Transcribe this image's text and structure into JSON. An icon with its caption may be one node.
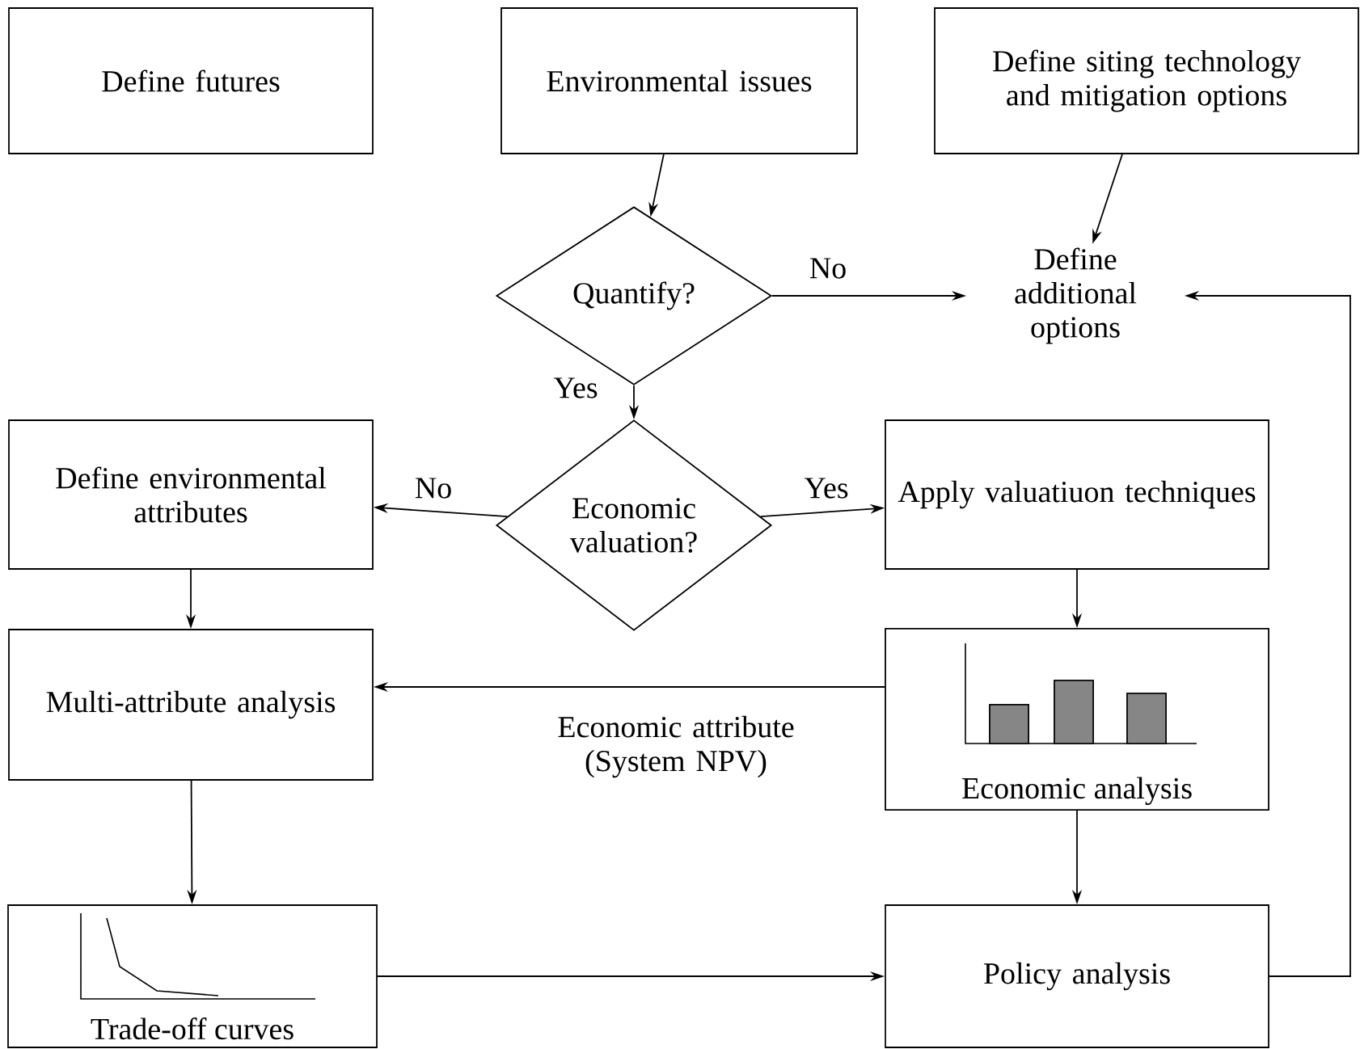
{
  "diagram": {
    "nodes": [
      {
        "text": [
          "Define futures"
        ]
      },
      {
        "text": [
          "Environmental issues"
        ]
      },
      {
        "text": [
          "Define siting technology and mitigation options"
        ]
      },
      {
        "text": [
          "Quantify?"
        ]
      },
      {
        "text": [
          "Define additional options"
        ]
      },
      {
        "text": [
          "Define environmental attributes"
        ]
      },
      {
        "text": [
          "Economic valuation?"
        ]
      },
      {
        "text": [
          "Apply valuatiuon techniques"
        ]
      },
      {
        "text": [
          "Multi-attribute analysis"
        ]
      },
      {
        "text": [
          "Economic analysis"
        ]
      },
      {
        "text": [
          "Trade-off curves"
        ]
      },
      {
        "text": [
          "Policy analysis"
        ]
      }
    ],
    "edges": [
      {
        "from": 1,
        "to": 3,
        "arrow": "to"
      },
      {
        "from": 3,
        "to": 4,
        "arrow": "to",
        "label": "No"
      },
      {
        "from": 3,
        "to": 6,
        "arrow": "to",
        "label": "Yes"
      },
      {
        "from": 2,
        "to": 4,
        "arrow": "to"
      },
      {
        "from": 6,
        "to": 5,
        "arrow": "to",
        "label": "No"
      },
      {
        "from": 6,
        "to": 7,
        "arrow": "to",
        "label": "Yes"
      },
      {
        "from": 5,
        "to": 8,
        "arrow": "to"
      },
      {
        "from": 7,
        "to": 9,
        "arrow": "to"
      },
      {
        "from": 9,
        "to": 8,
        "arrow": "to",
        "label": "Economic attribute (System NPV)"
      },
      {
        "from": 8,
        "to": 10,
        "arrow": "to"
      },
      {
        "from": 9,
        "to": 11,
        "arrow": "to"
      },
      {
        "from": 10,
        "to": 11,
        "arrow": "to"
      },
      {
        "from": 11,
        "to": 4,
        "arrow": "to"
      }
    ]
  }
}
